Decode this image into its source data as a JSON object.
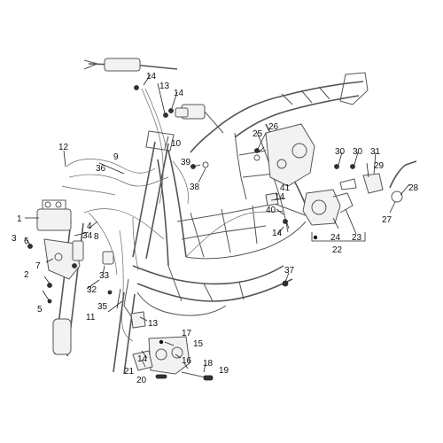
{
  "diagram": {
    "callouts": [
      "1",
      "2",
      "3",
      "4",
      "5",
      "6",
      "7",
      "8",
      "9",
      "10",
      "11",
      "12",
      "13",
      "14",
      "15",
      "16",
      "17",
      "18",
      "19",
      "20",
      "21",
      "22",
      "23",
      "24",
      "25",
      "26",
      "27",
      "28",
      "29",
      "30",
      "31",
      "32",
      "33",
      "34",
      "35",
      "36",
      "37",
      "38",
      "39",
      "40",
      "41"
    ],
    "colors": {
      "line": "#555555",
      "text": "#111111",
      "background": "#ffffff"
    }
  }
}
